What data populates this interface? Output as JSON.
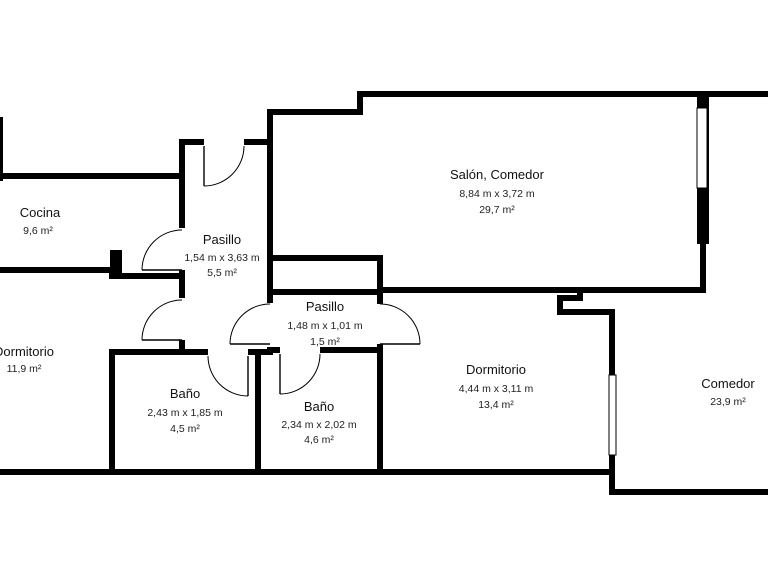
{
  "rooms": {
    "cocina": {
      "name": "Cocina",
      "dims": "",
      "area": "9,6 m²"
    },
    "pasillo1": {
      "name": "Pasillo",
      "dims": "1,54 m x 3,63 m",
      "area": "5,5 m²"
    },
    "salon": {
      "name": "Salón, Comedor",
      "dims": "8,84 m x 3,72 m",
      "area": "29,7 m²"
    },
    "pasillo2": {
      "name": "Pasillo",
      "dims": "1,48 m x 1,01 m",
      "area": "1,5 m²"
    },
    "dormitorio1": {
      "name": "Dormitorio",
      "dims": "",
      "area": "11,9 m²"
    },
    "bano1": {
      "name": "Baño",
      "dims": "2,43 m x 1,85 m",
      "area": "4,5 m²"
    },
    "bano2": {
      "name": "Baño",
      "dims": "2,34 m x 2,02 m",
      "area": "4,6 m²"
    },
    "dormitorio2": {
      "name": "Dormitorio",
      "dims": "4,44 m x 3,11 m",
      "area": "13,4 m²"
    },
    "comedor": {
      "name": "Comedor",
      "dims": "",
      "area": "23,9 m²"
    }
  },
  "colors": {
    "wall": "#000000",
    "background": "#ffffff",
    "text": "#111111"
  }
}
